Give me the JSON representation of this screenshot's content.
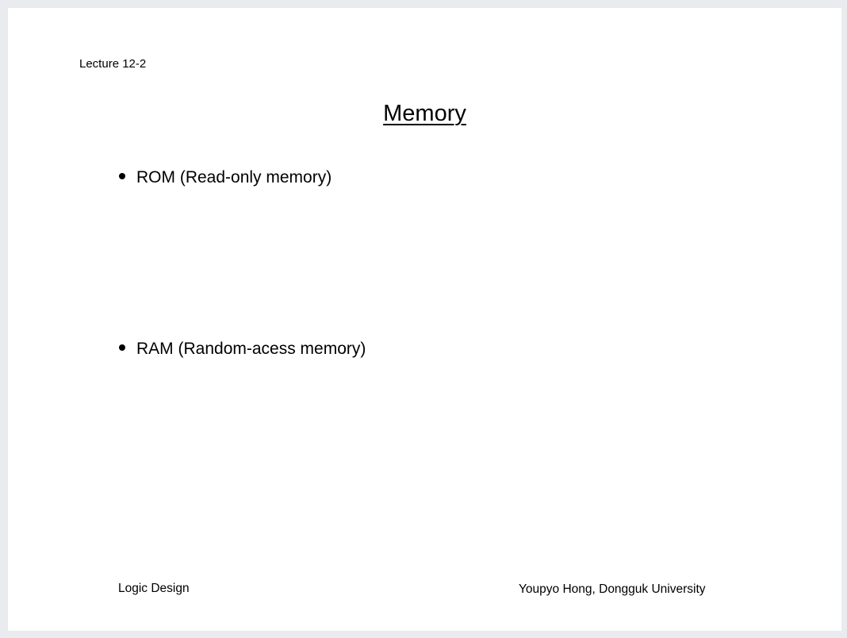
{
  "slide": {
    "lecture_label": "Lecture 12-2",
    "title": "Memory",
    "bullets": [
      "ROM (Read-only memory)",
      "RAM (Random-acess memory)"
    ],
    "footer_left": "Logic Design",
    "footer_right": "Youpyo Hong, Dongguk University"
  },
  "colors": {
    "page_background": "#e9ebee",
    "slide_background": "#ffffff",
    "text": "#000000"
  }
}
